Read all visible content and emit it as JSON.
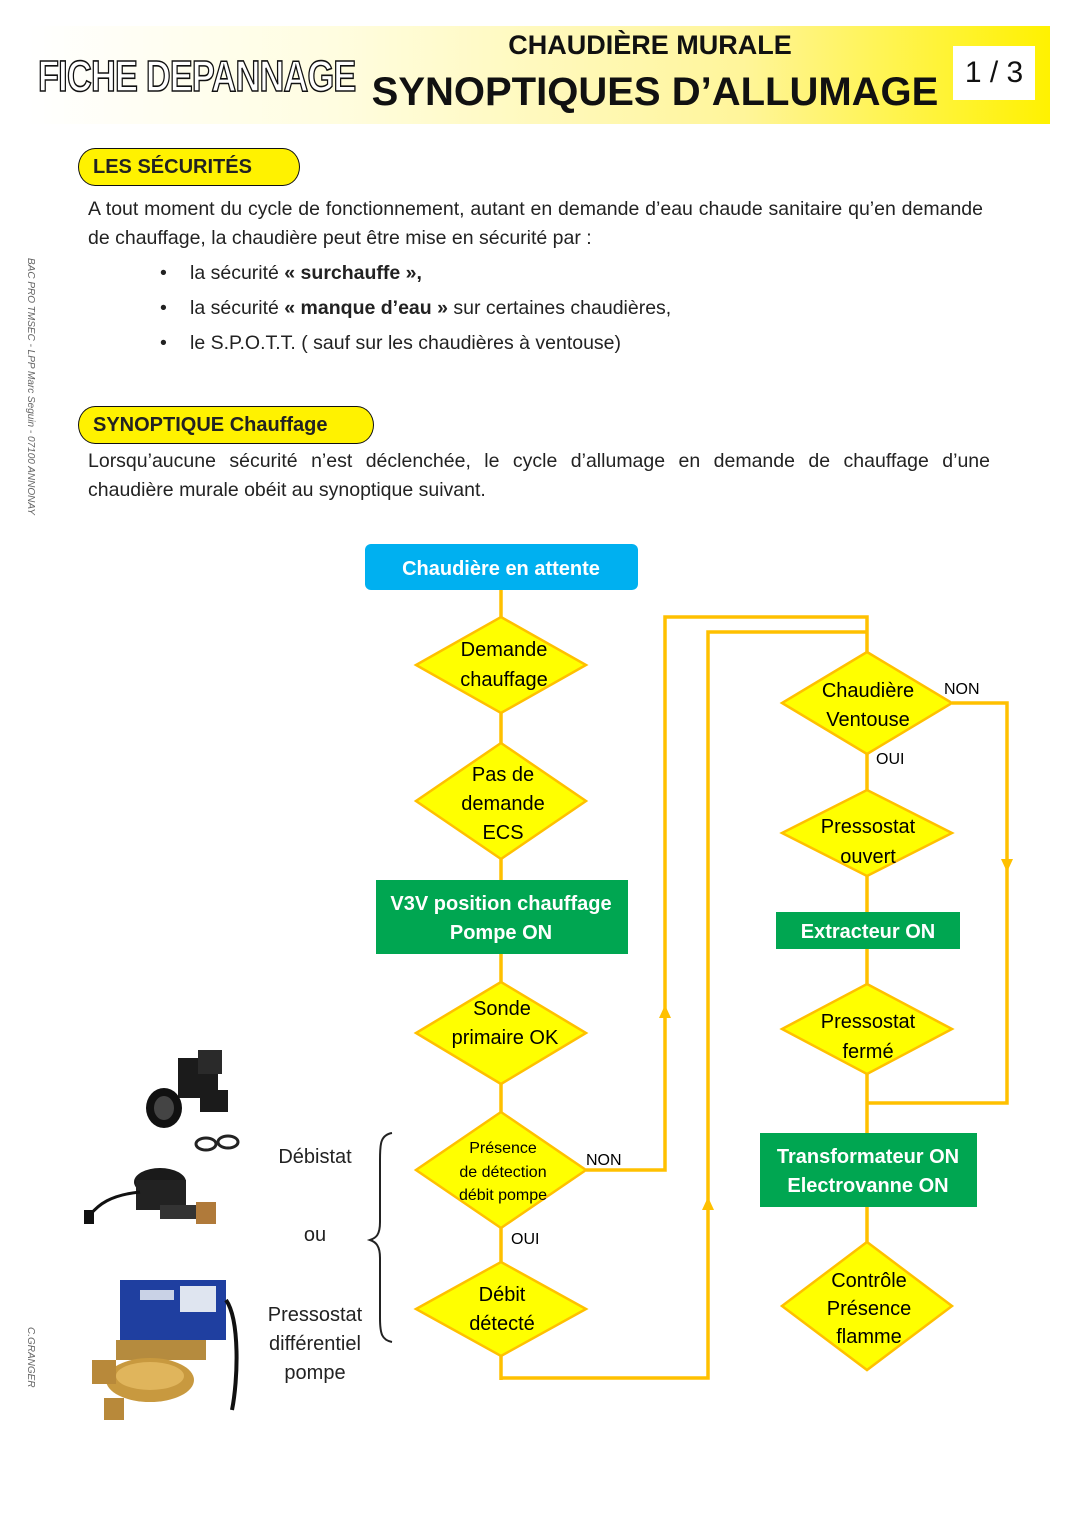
{
  "header": {
    "fiche_title": "FICHE DEPANNAGE",
    "supertitle": "CHAUDIÈRE  MURALE",
    "main_title": "SYNOPTIQUES  D’ALLUMAGE",
    "page": "1 / 3"
  },
  "side": {
    "school": "BAC PRO TMSEC - LPP Marc Seguin - 07100 ANNONAY",
    "author": "C.GRANGER"
  },
  "securites": {
    "heading": "LES  SÉCURITÉS",
    "intro": "A tout moment du cycle de fonctionnement, autant en demande d’eau chaude sanitaire qu’en demande de chauffage, la chaudière peut être mise en sécurité par :",
    "items": [
      {
        "pre": "la  sécurité  ",
        "bold": "« surchauffe »,",
        "post": ""
      },
      {
        "pre": "la  sécurité ",
        "bold": "« manque  d’eau »",
        "post": "  sur  certaines  chaudières,"
      },
      {
        "pre": "le  S.P.O.T.T.  ( sauf  sur  les  chaudières  à  ventouse)",
        "bold": "",
        "post": ""
      }
    ]
  },
  "synoptique": {
    "heading": "SYNOPTIQUE  Chauffage",
    "intro": "Lorsqu’aucune sécurité n’est déclenchée, le cycle d’allumage en demande de chauffage d’une chaudière murale obéit au synoptique suivant."
  },
  "flowchart": {
    "colors": {
      "line": "#ffc000",
      "diamond": "#ffff00",
      "green": "#00a651",
      "blue": "#00b0f0"
    },
    "start": "Chaudière  en  attente",
    "demande": [
      "Demande",
      "chauffage"
    ],
    "pas_ecs": [
      "Pas de",
      "demande",
      "ECS"
    ],
    "v3v": [
      "V3V position chauffage",
      "Pompe  ON"
    ],
    "sonde": [
      "Sonde",
      "primaire OK"
    ],
    "presence": [
      "Présence",
      "de détection",
      "débit pompe"
    ],
    "debit": [
      "Débit",
      "détecté"
    ],
    "ventouse": [
      "Chaudière",
      "Ventouse"
    ],
    "press_ouvert": [
      "Pressostat",
      "ouvert"
    ],
    "extracteur": "Extracteur  ON",
    "press_ferme": [
      "Pressostat",
      "fermé"
    ],
    "transfo": [
      "Transformateur  ON",
      "Electrovanne  ON"
    ],
    "controle": [
      "Contrôle",
      "Présence",
      "flamme"
    ],
    "non": "NON",
    "oui": "OUI"
  },
  "photos": {
    "debitstat": "Débistat",
    "ou": "ou",
    "pressostat": [
      "Pressostat",
      "différentiel",
      "pompe"
    ]
  }
}
